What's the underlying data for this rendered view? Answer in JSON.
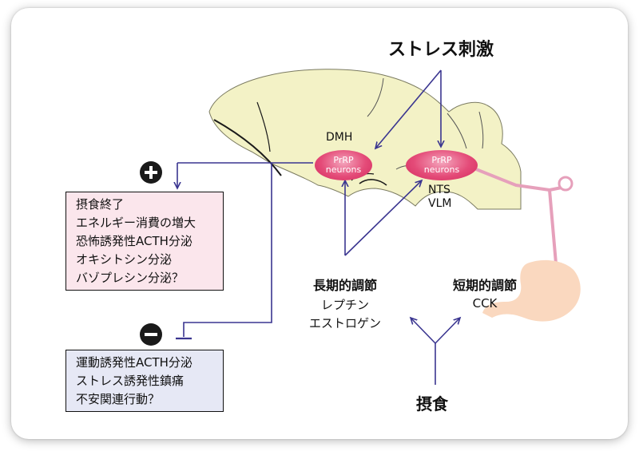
{
  "title": "ストレス刺激",
  "regions": {
    "dmh": "DMH",
    "nts": "NTS",
    "vlm": "VLM"
  },
  "neurons": {
    "line1": "PrRP",
    "line2": "neurons"
  },
  "positive_box": {
    "sign": "+",
    "lines": [
      "摂食終了",
      "エネルギー消費の増大",
      "恐怖誘発性ACTH分泌",
      "オキシトシン分泌",
      "バゾプレシン分泌？"
    ],
    "bg_color": "#fbe6ec"
  },
  "negative_box": {
    "sign": "−",
    "lines": [
      "運動誘発性ACTH分泌",
      "ストレス誘発性鎮痛",
      "不安関連行動？"
    ],
    "bg_color": "#e6e8f5"
  },
  "long_term": {
    "heading": "長期的調節",
    "items": [
      "レプチン",
      "エストロゲン"
    ]
  },
  "short_term": {
    "heading": "短期的調節",
    "items": [
      "CCK"
    ]
  },
  "feeding": "摂食",
  "colors": {
    "arrow": "#3a3590",
    "brain": "#f3f2c6",
    "neuron": "#e44b78",
    "vagus": "#e6a0bb",
    "stomach": "#fad8bf"
  }
}
